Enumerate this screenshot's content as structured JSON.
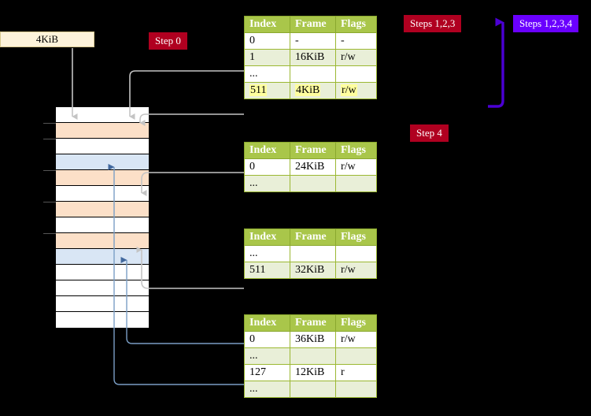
{
  "labels": {
    "mem_bar": "4KiB",
    "step0": "Step 0",
    "steps123": "Steps 1,2,3",
    "steps1234": "Steps 1,2,3,4",
    "step4": "Step 4"
  },
  "colors": {
    "table_header": "#a9c64a",
    "table_alt_row": "#e9efd8",
    "highlight": "#ffff9e",
    "badge_red": "#b00020",
    "badge_violet": "#6a00ff",
    "grid_orange": "#fce0c8",
    "grid_blue": "#d9e6f5",
    "bar_fill": "#fdf3db",
    "arrow_gray": "#b8b8b8",
    "arrow_blue": "#5b82b5"
  },
  "tables": [
    {
      "id": "pml4",
      "headers": [
        "Index",
        "Frame",
        "Flags"
      ],
      "rows": [
        {
          "style": "plain",
          "cells": [
            "0",
            "-",
            "-"
          ],
          "highlight": false
        },
        {
          "style": "alt",
          "cells": [
            "1",
            "16KiB",
            "r/w"
          ],
          "highlight": false
        },
        {
          "style": "plain",
          "cells": [
            "...",
            "",
            ""
          ],
          "highlight": false
        },
        {
          "style": "alt",
          "cells": [
            "511",
            "4KiB",
            "r/w"
          ],
          "highlight": true
        }
      ]
    },
    {
      "id": "pdpt",
      "headers": [
        "Index",
        "Frame",
        "Flags"
      ],
      "rows": [
        {
          "style": "plain",
          "cells": [
            "0",
            "24KiB",
            "r/w"
          ],
          "highlight": false
        },
        {
          "style": "alt",
          "cells": [
            "...",
            "",
            ""
          ],
          "highlight": false
        }
      ]
    },
    {
      "id": "pd",
      "headers": [
        "Index",
        "Frame",
        "Flags"
      ],
      "rows": [
        {
          "style": "plain",
          "cells": [
            "...",
            "",
            ""
          ],
          "highlight": false
        },
        {
          "style": "alt",
          "cells": [
            "511",
            "32KiB",
            "r/w"
          ],
          "highlight": false
        }
      ]
    },
    {
      "id": "pt",
      "headers": [
        "Index",
        "Frame",
        "Flags"
      ],
      "rows": [
        {
          "style": "plain",
          "cells": [
            "0",
            "36KiB",
            "r/w"
          ],
          "highlight": false
        },
        {
          "style": "alt",
          "cells": [
            "...",
            "",
            ""
          ],
          "highlight": false
        },
        {
          "style": "plain",
          "cells": [
            "127",
            "12KiB",
            "r"
          ],
          "highlight": false
        },
        {
          "style": "alt",
          "cells": [
            "...",
            "",
            ""
          ],
          "highlight": false
        }
      ]
    }
  ],
  "memory_grid": {
    "row_count": 14,
    "rows": [
      {
        "fill": "#ffffff",
        "tick": false
      },
      {
        "fill": "#fce0c8",
        "tick": true
      },
      {
        "fill": "#ffffff",
        "tick": true
      },
      {
        "fill": "#d9e6f5",
        "tick": false
      },
      {
        "fill": "#fce0c8",
        "tick": true
      },
      {
        "fill": "#ffffff",
        "tick": false
      },
      {
        "fill": "#fce0c8",
        "tick": true
      },
      {
        "fill": "#ffffff",
        "tick": false
      },
      {
        "fill": "#fce0c8",
        "tick": true
      },
      {
        "fill": "#d9e6f5",
        "tick": false
      },
      {
        "fill": "#ffffff",
        "tick": false
      },
      {
        "fill": "#ffffff",
        "tick": false
      },
      {
        "fill": "#ffffff",
        "tick": false
      },
      {
        "fill": "#ffffff",
        "tick": false
      }
    ]
  }
}
